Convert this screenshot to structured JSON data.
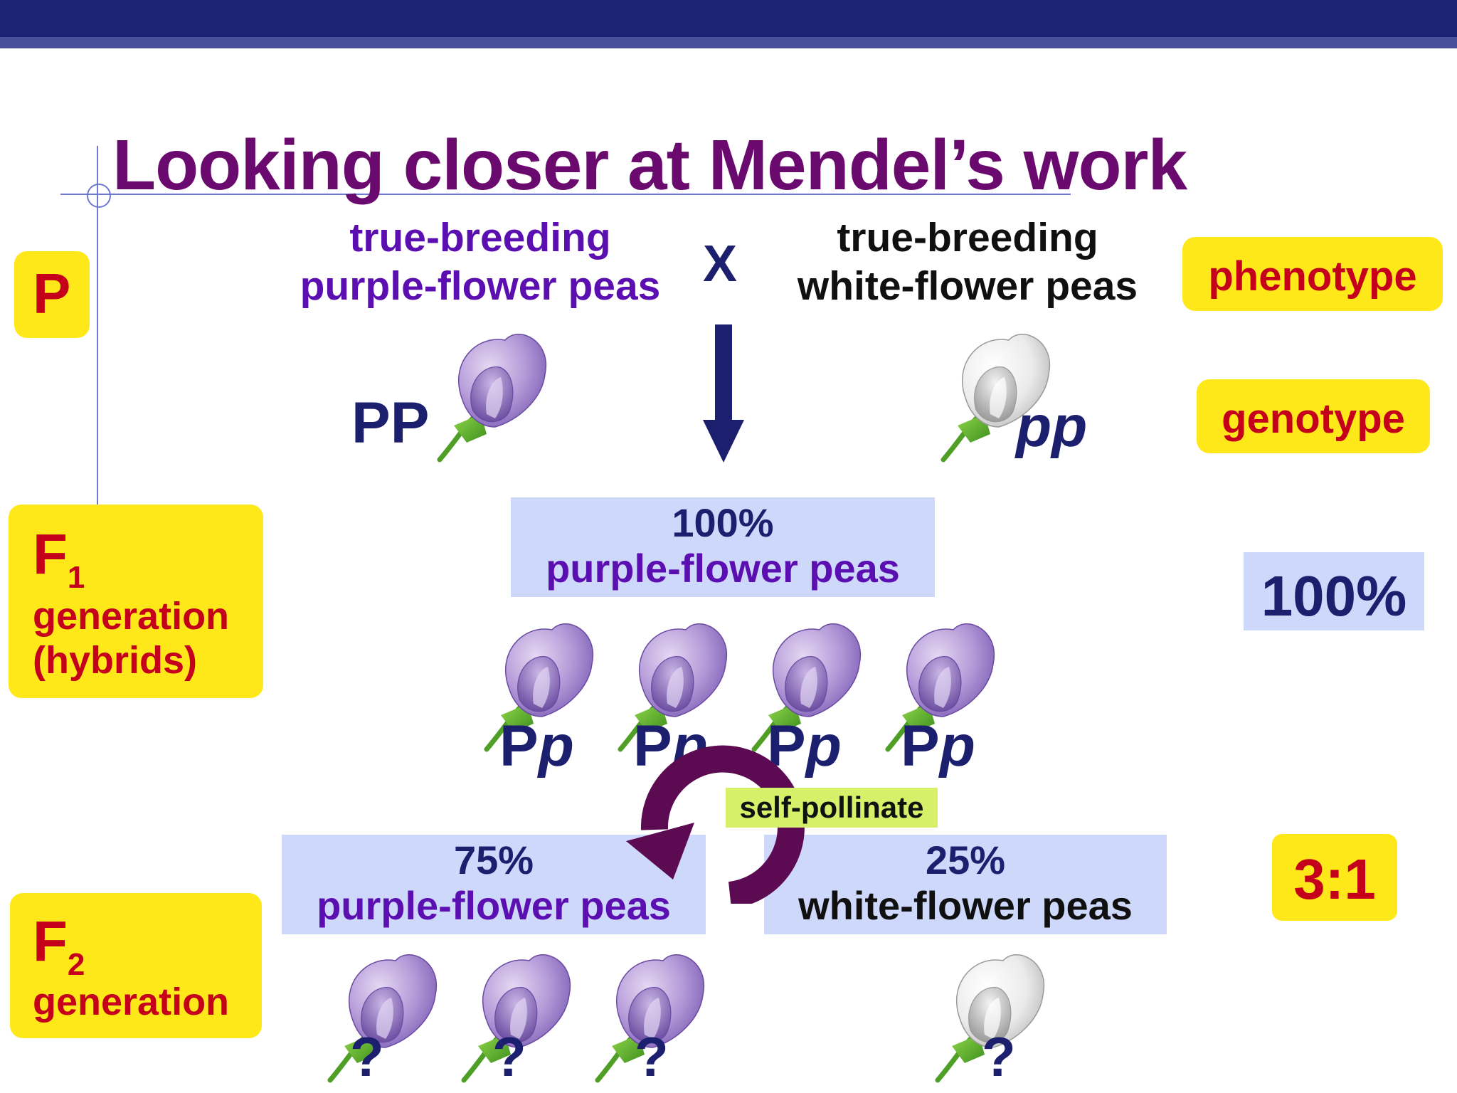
{
  "title": "Looking closer at Mendel’s work",
  "rows": {
    "p": "P",
    "f1_letter": "F",
    "f1_sub": "1",
    "f1_line1": "generation",
    "f1_line2": "(hybrids)",
    "f2_letter": "F",
    "f2_sub": "2",
    "f2_line1": "generation"
  },
  "parents": {
    "left_line1": "true-breeding",
    "left_line2": "purple-flower peas",
    "cross": "X",
    "right_line1": "true-breeding",
    "right_line2": "white-flower peas",
    "left_genotype": "PP",
    "right_genotype": "pp"
  },
  "side_labels": {
    "phenotype": "phenotype",
    "genotype": "genotype",
    "f1_ratio": "100%",
    "f2_ratio": "3:1"
  },
  "f1": {
    "percent": "100%",
    "description": "purple-flower peas",
    "genotype_upper": "P",
    "genotype_lower": "p",
    "genotypes": [
      "Pp",
      "Pp",
      "Pp",
      "Pp"
    ]
  },
  "self_pollinate": "self-pollinate",
  "f2": {
    "left_percent": "75%",
    "left_description": "purple-flower peas",
    "right_percent": "25%",
    "right_description": "white-flower peas",
    "unknown": "?"
  },
  "colors": {
    "title": "#6b0a6e",
    "header_bar": "#1c2274",
    "label_red": "#c4001b",
    "label_bg": "#ffe81a",
    "info_box": "#cdd8fb",
    "purple_text": "#5b0fb0",
    "navy": "#1b1f6e",
    "arrow_curved": "#5c0a52",
    "pollinate_bg": "#d6f06a"
  },
  "icons": [
    "purple-flower-icon",
    "white-flower-icon",
    "down-arrow-icon",
    "curved-arrow-icon"
  ]
}
